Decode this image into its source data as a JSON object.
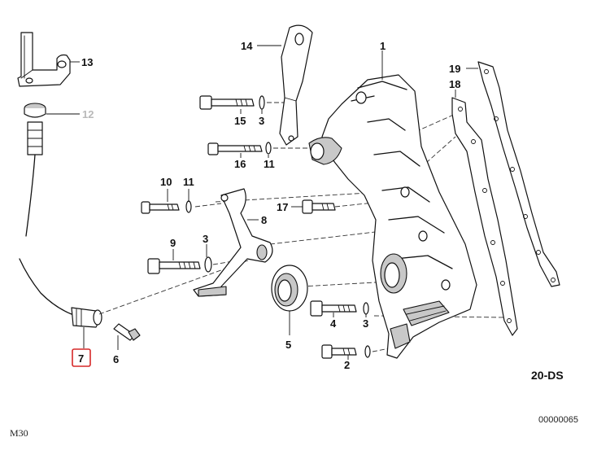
{
  "callouts": {
    "c1": "1",
    "c2": "2",
    "c3a": "3",
    "c3b": "3",
    "c3c": "3",
    "c4": "4",
    "c5": "5",
    "c6": "6",
    "c7": "7",
    "c8": "8",
    "c9": "9",
    "c10": "10",
    "c11a": "11",
    "c11b": "11",
    "c12": "12",
    "c13": "13",
    "c14": "14",
    "c15": "15",
    "c16": "16",
    "c17": "17",
    "c18": "18",
    "c19": "19"
  },
  "diagram_code": "20-DS",
  "image_number": "00000065",
  "model": "M30",
  "highlight": {
    "callout": "7",
    "color": "#d62828"
  },
  "dimmed_callout": {
    "callout": "12",
    "color": "#b9b9b9"
  }
}
